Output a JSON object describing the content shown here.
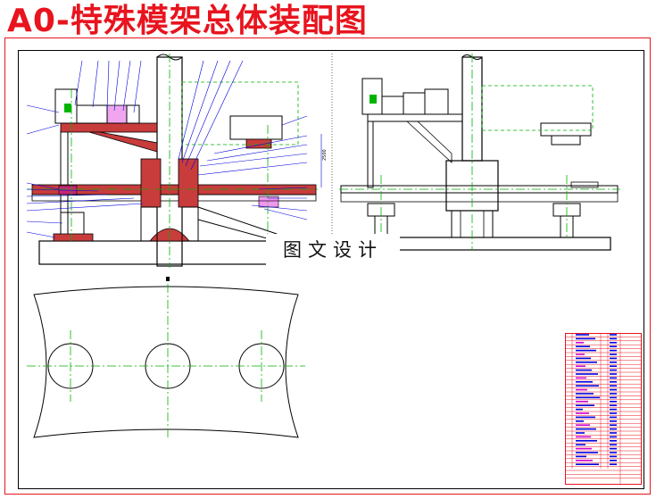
{
  "title": "A0-特殊模架总体装配图",
  "watermark": "图文设计",
  "dimension_note": "2500",
  "colors": {
    "title_red": "#e8141e",
    "drawing_black": "#000000",
    "centerline_green": "#00b400",
    "leader_blue": "#0000e0",
    "part_red": "#c83c3c",
    "part_magenta": "#d000d0",
    "table_red": "#e8141e"
  }
}
